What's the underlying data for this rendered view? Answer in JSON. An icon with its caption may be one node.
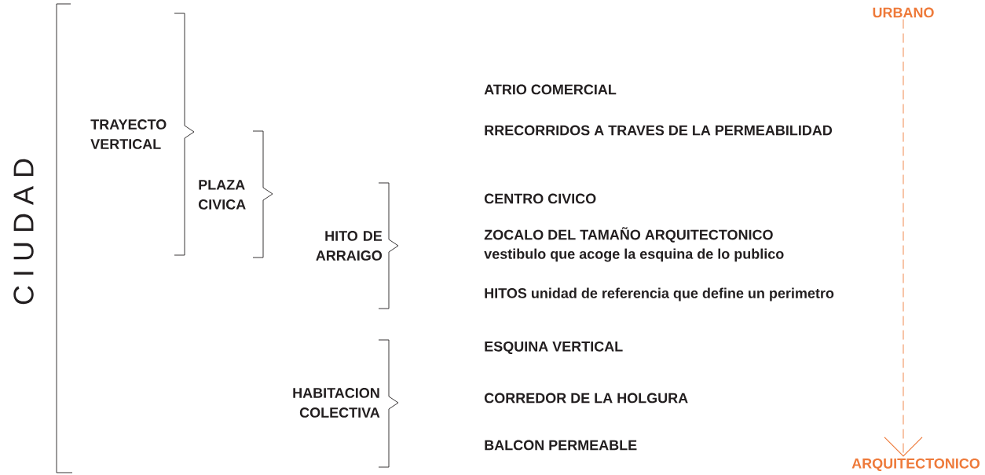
{
  "diagram": {
    "nodes": [
      {
        "text": [
          "URBANO"
        ]
      },
      {
        "text": [
          "ARQUITECTONICO"
        ]
      }
    ],
    "edges": [
      {
        "from": 0,
        "to": 1,
        "arrow": "to",
        "style": "dashed",
        "color": "#ee7a3a"
      }
    ],
    "labels": [
      "C I U D A D",
      "TRAYECTO VERTICAL",
      "PLAZA CIVICA",
      "HITO DE ARRAIGO",
      "HABITACION COLECTIVA",
      "ATRIO COMERCIAL",
      "RRECORRIDOS A TRAVES DE LA PERMEABILIDAD",
      "CENTRO CIVICO",
      "ZOCALO DEL TAMAÑO ARQUITECTONICO",
      "vestibulo que acoge la esquina de lo publico",
      "HITOS unidad de referencia que define un perimetro",
      "ESQUINA VERTICAL",
      "CORREDOR DE LA HOLGURA",
      "BALCON PERMEABLE"
    ]
  }
}
